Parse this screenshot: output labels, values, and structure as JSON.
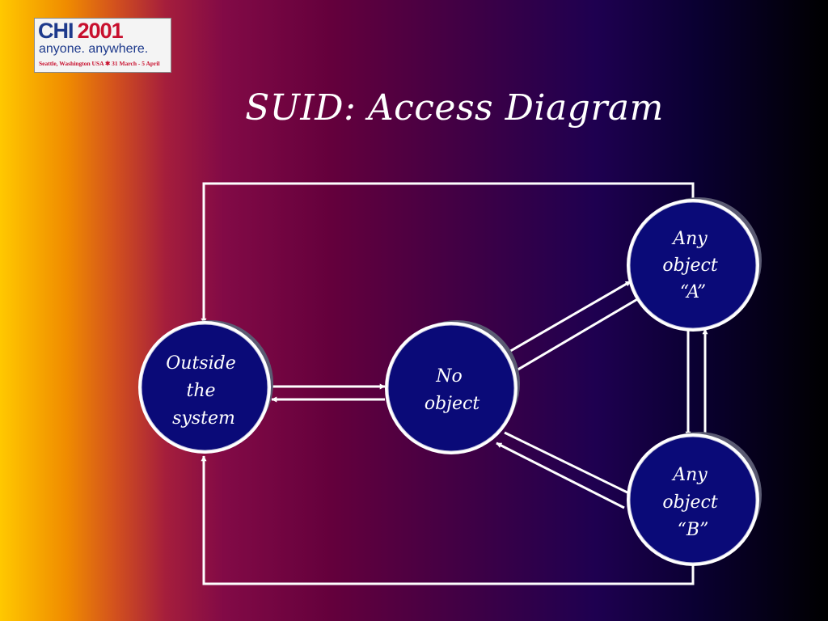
{
  "logo": {
    "brand": "CHI",
    "year": "2001",
    "tagline": "anyone. anywhere.",
    "location": "Seattle, Washington  USA ✱ 31 March - 5 April"
  },
  "title": "SUID: Access Diagram",
  "nodes": [
    {
      "id": "outside",
      "lines": [
        "Outside",
        "the",
        "system"
      ]
    },
    {
      "id": "none",
      "lines": [
        "No",
        "object"
      ]
    },
    {
      "id": "a",
      "lines": [
        "Any",
        "object",
        "“A”"
      ]
    },
    {
      "id": "b",
      "lines": [
        "Any",
        "object",
        "“B”"
      ]
    }
  ],
  "colors": {
    "node_fill": "#0a0a78",
    "node_stroke": "#ffffff",
    "arrow": "#ffffff"
  }
}
